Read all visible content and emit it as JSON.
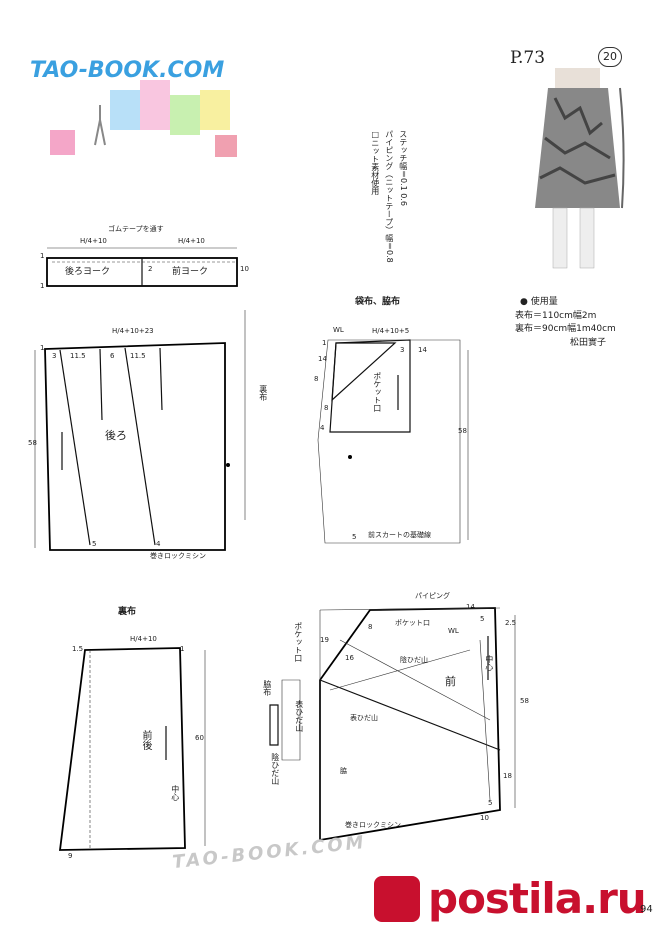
{
  "logo": {
    "text": "TAO-BOOK.COM"
  },
  "watermark": {
    "text": "TAO-BOOK.COM"
  },
  "pinterest": {
    "text": "postila.ru"
  },
  "page_number": "94",
  "header": {
    "page_ref": "P.73",
    "item_no": "20"
  },
  "notes_vertical": [
    "ステッチ幅＝0.1 0.6",
    "パイピング（ニットテープ）幅＝0.8",
    "□ニット素材使用"
  ],
  "materials": {
    "title": "● 使用量",
    "outer": "表布＝110cm幅2m",
    "lining": "裏布＝90cm幅1m40cm",
    "designer": "松田實子"
  },
  "yoke": {
    "label_tape": "ゴムテープを通す",
    "h1": "H/4+10",
    "h2": "H/4+10",
    "back": "後ろヨーク",
    "front": "前ヨーク",
    "n1": "1",
    "n1b": "1",
    "n2": "2",
    "n10": "10"
  },
  "back": {
    "formula": "H/4+10+23",
    "label": "後ろ",
    "n3": "3",
    "n115a": "11.5",
    "n6": "6",
    "n115b": "11.5",
    "n58": "58",
    "n5": "5",
    "n4": "4",
    "hem": "巻きロックミシン",
    "side": "裏布",
    "n1": "1"
  },
  "pocket": {
    "title": "袋布、脇布",
    "wl": "WL",
    "formula": "H/4+10+5",
    "n3": "3",
    "n14a": "14",
    "n14b": "14",
    "n8a": "8",
    "n8b": "8",
    "n4": "4",
    "pocket_opening": "ポケット口",
    "n58": "58",
    "baseline": "前スカートの基礎線",
    "n5": "5",
    "n1": "1"
  },
  "lining": {
    "title": "裏布",
    "formula": "H/4+10",
    "n15": "1.5",
    "n1": "1",
    "front_back": "前後",
    "center": "中心",
    "n60": "60",
    "n9": "9"
  },
  "front": {
    "piping": "パイピング",
    "n14": "14",
    "pocket": "ポケット口",
    "wl": "WL",
    "n5a": "5",
    "n25": "2.5",
    "n8": "8",
    "n19": "19",
    "n16": "16",
    "hidden_fold": "陰ひだ山",
    "front": "前",
    "center": "中心",
    "pocket_side": "ポケット口",
    "side_cloth": "脇布",
    "outer_fold": "表ひだ山",
    "outer_fold2": "表ひだ山",
    "hidden_fold2": "陰ひだ山",
    "side": "脇",
    "n58": "58",
    "n18": "18",
    "n5b": "5",
    "n10": "10",
    "hem": "巻きロックミシン"
  }
}
